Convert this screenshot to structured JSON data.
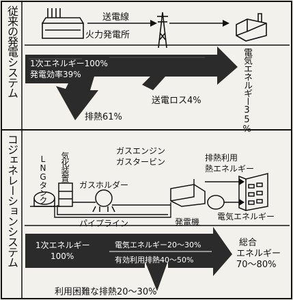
{
  "section_top": {
    "title": "従来の発電システム",
    "line_label": "送電線",
    "plant_label": "火力発電所",
    "input_line1": "1次エネルギー100%",
    "input_line2": "発電効率39%",
    "output_label": "電気エネルギー35%",
    "heat_label": "排熱61%",
    "loss_label": "送電ロス4%"
  },
  "section_bottom": {
    "title": "コジェネレーションシステム",
    "lng_label": "LNGタンク",
    "vaporizer_label": "気化装置",
    "holder_label": "ガスホルダー",
    "engine_label_1": "ガスエンジン",
    "engine_label_2": "ガスタービン",
    "heat_use_1": "排熱利用",
    "heat_use_2": "熱エネルギー",
    "pipeline_label": "パイプライン",
    "generator_label": "発電機",
    "electric_label": "電気エネルギー",
    "input_line1": "1次エネルギー",
    "input_line2": "100%",
    "elec_range": "電気エネルギー20～30%",
    "heat_range": "有効利用排熱40～50%",
    "total_1": "総合",
    "total_2": "エネルギー",
    "total_3": "70～80%",
    "waste_label": "利用困難な排熱20～30%"
  },
  "colors": {
    "arrow": "#2b2b2b",
    "line": "#111111",
    "bg": "#f3f1ec"
  }
}
